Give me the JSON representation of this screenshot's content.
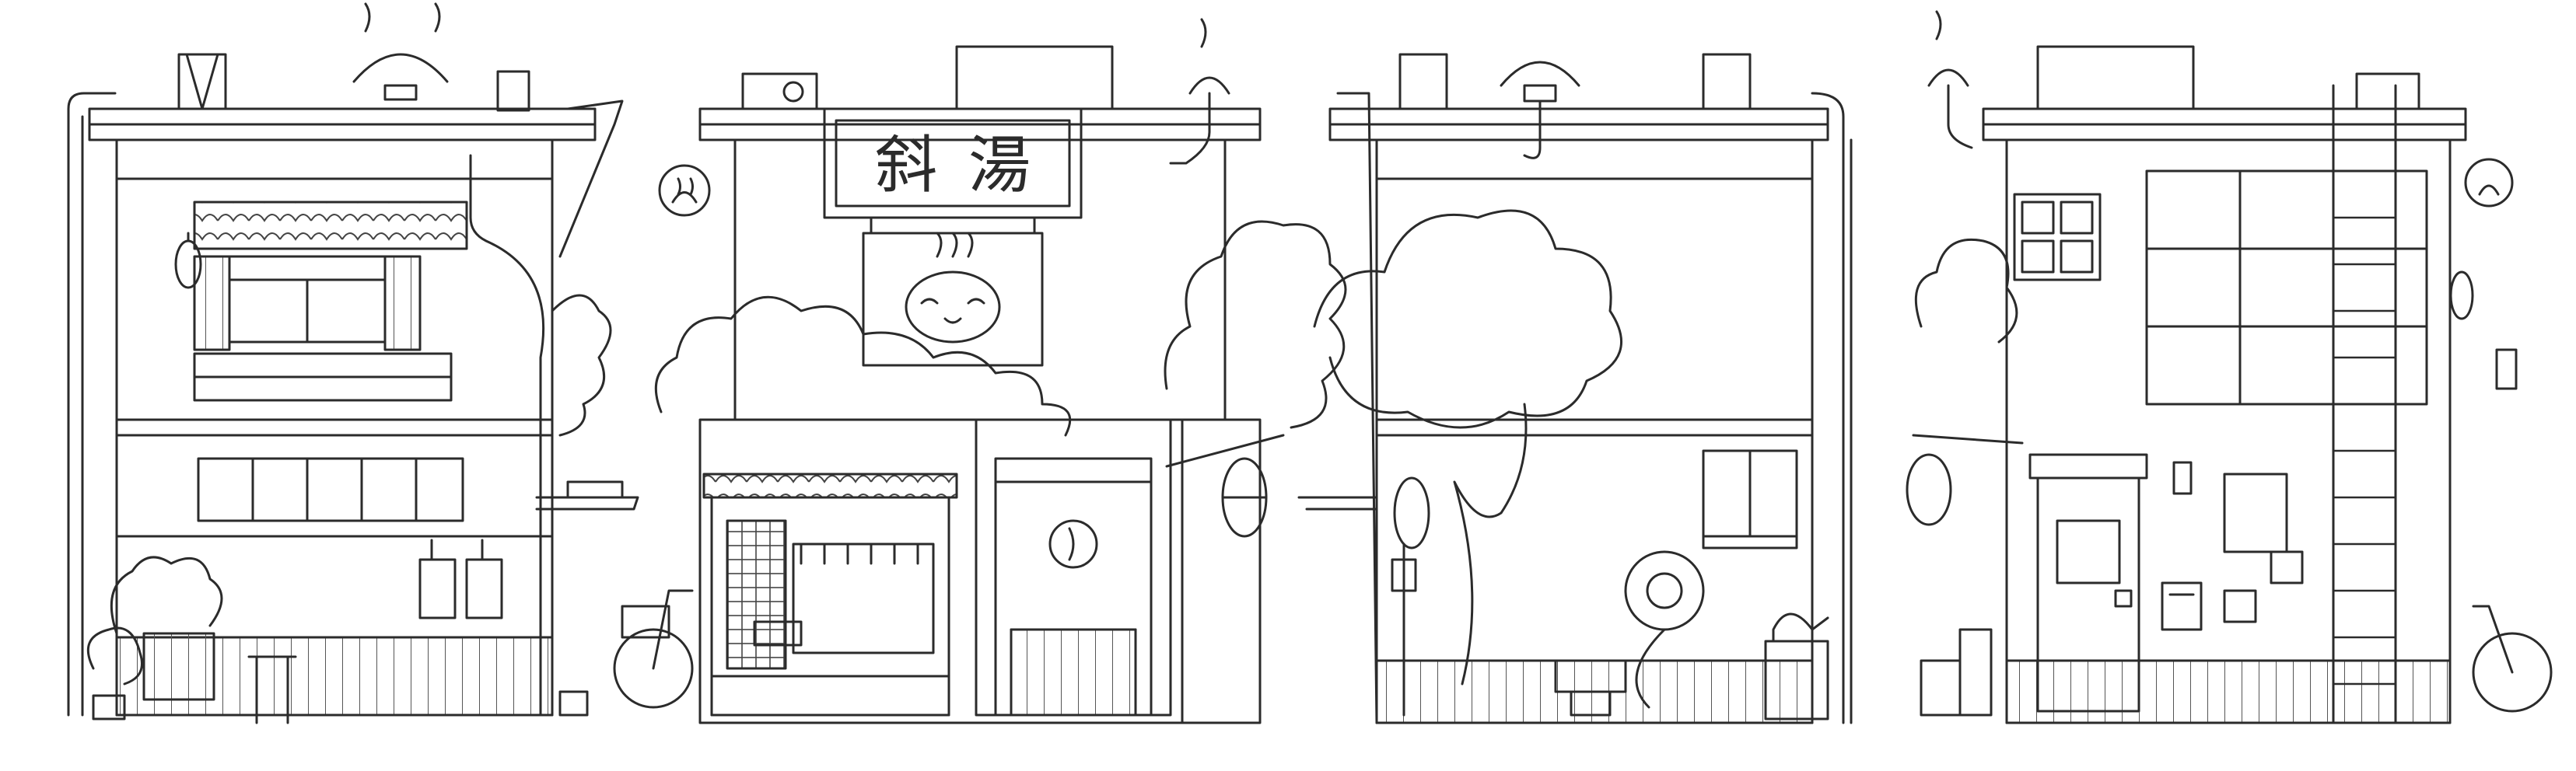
{
  "scene": {
    "description_free": true,
    "stroke_color": "#2b2b2b",
    "paper_color": "#ffffff",
    "views": [
      {
        "id": "front-left",
        "name": "view-1"
      },
      {
        "id": "front-shop",
        "name": "view-2"
      },
      {
        "id": "side-tree",
        "name": "view-3"
      },
      {
        "id": "back-ladder",
        "name": "view-4"
      }
    ],
    "signboard": {
      "glyphs": [
        "斜",
        "湯"
      ]
    },
    "icons": [
      "onsen-sign-icon",
      "onsen-sign-icon",
      "lamp-icon",
      "lamp-icon",
      "lamp-icon",
      "bicycle-icon",
      "bicycle-icon",
      "lantern-icon",
      "lantern-icon",
      "lantern-icon",
      "hose-reel-icon",
      "kettle-icon",
      "mailbox-icon",
      "intercom-icon"
    ]
  }
}
